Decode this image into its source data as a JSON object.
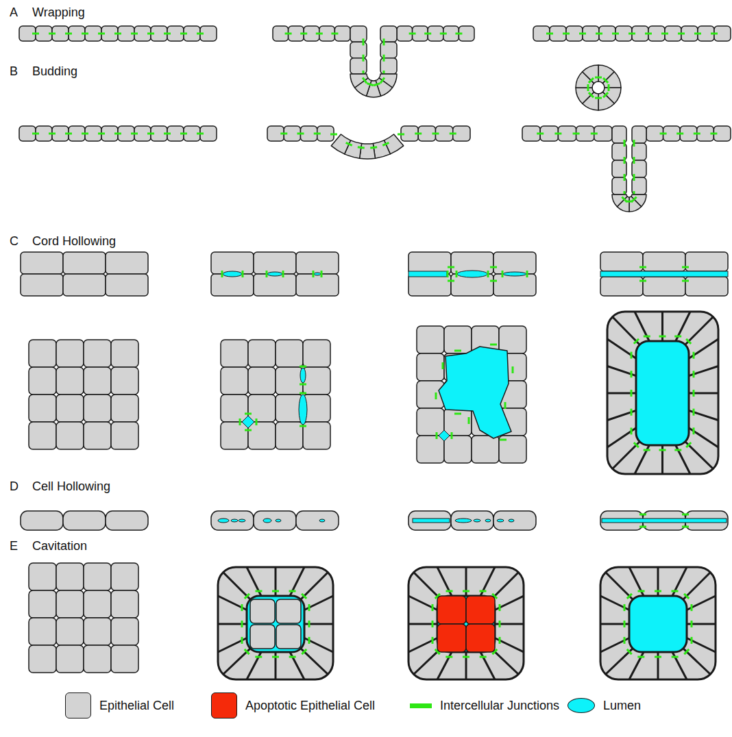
{
  "diagram": {
    "labels": [
      "A",
      "Wrapping",
      "B",
      "Budding",
      "C",
      "Cord Hollowing",
      "D",
      "Cell Hollowing",
      "E",
      "Cavitation"
    ],
    "legend": [
      {
        "text": "Epithelial Cell",
        "color": "#d3d3d3"
      },
      {
        "text": "Apoptotic Epithelial Cell",
        "color": "#f52a0a"
      },
      {
        "text": "Intercellular Junctions",
        "color": "#2ee614"
      },
      {
        "text": "Lumen",
        "color": "#0df2fa"
      }
    ]
  }
}
